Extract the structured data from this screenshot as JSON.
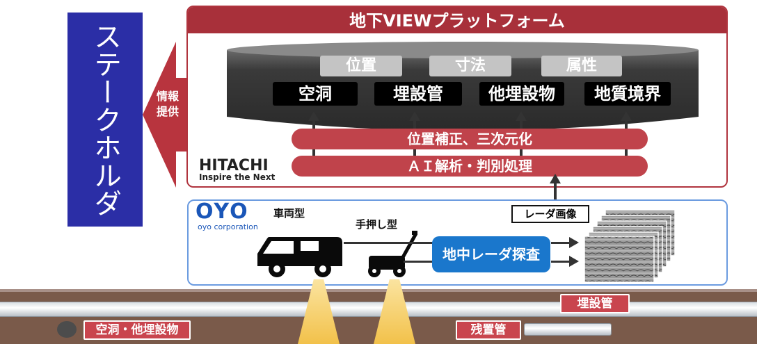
{
  "stakeholder": {
    "label": "ステークホルダー"
  },
  "info_arrow": {
    "line1": "情報",
    "line2": "提供"
  },
  "platform": {
    "title": "地下VIEWプラットフォーム",
    "attributes": [
      "位置",
      "寸法",
      "属性"
    ],
    "targets": [
      "空洞",
      "埋設管",
      "他埋設物",
      "地質境界"
    ],
    "process_top": "位置補正、三次元化",
    "process_bottom": "ＡＩ解析・判別処理"
  },
  "hitachi": {
    "logo": "HITACHI",
    "tagline": "Inspire the Next"
  },
  "oyo": {
    "logo": "OYO",
    "sub": "oyo corporation",
    "vehicle_label": "車両型",
    "push_label": "手押し型",
    "gpr_label": "地中レーダ探査",
    "radar_image_label": "レーダ画像"
  },
  "underground": {
    "pipe_label": "埋設管",
    "cavity_label": "空洞・他埋設物",
    "abandoned_label": "残置管"
  },
  "colors": {
    "stakeholder_blue": "#2b2ea6",
    "platform_red": "#a8303a",
    "oyo_blue": "#1a77cc",
    "ground_brown": "#7a5a4a"
  }
}
